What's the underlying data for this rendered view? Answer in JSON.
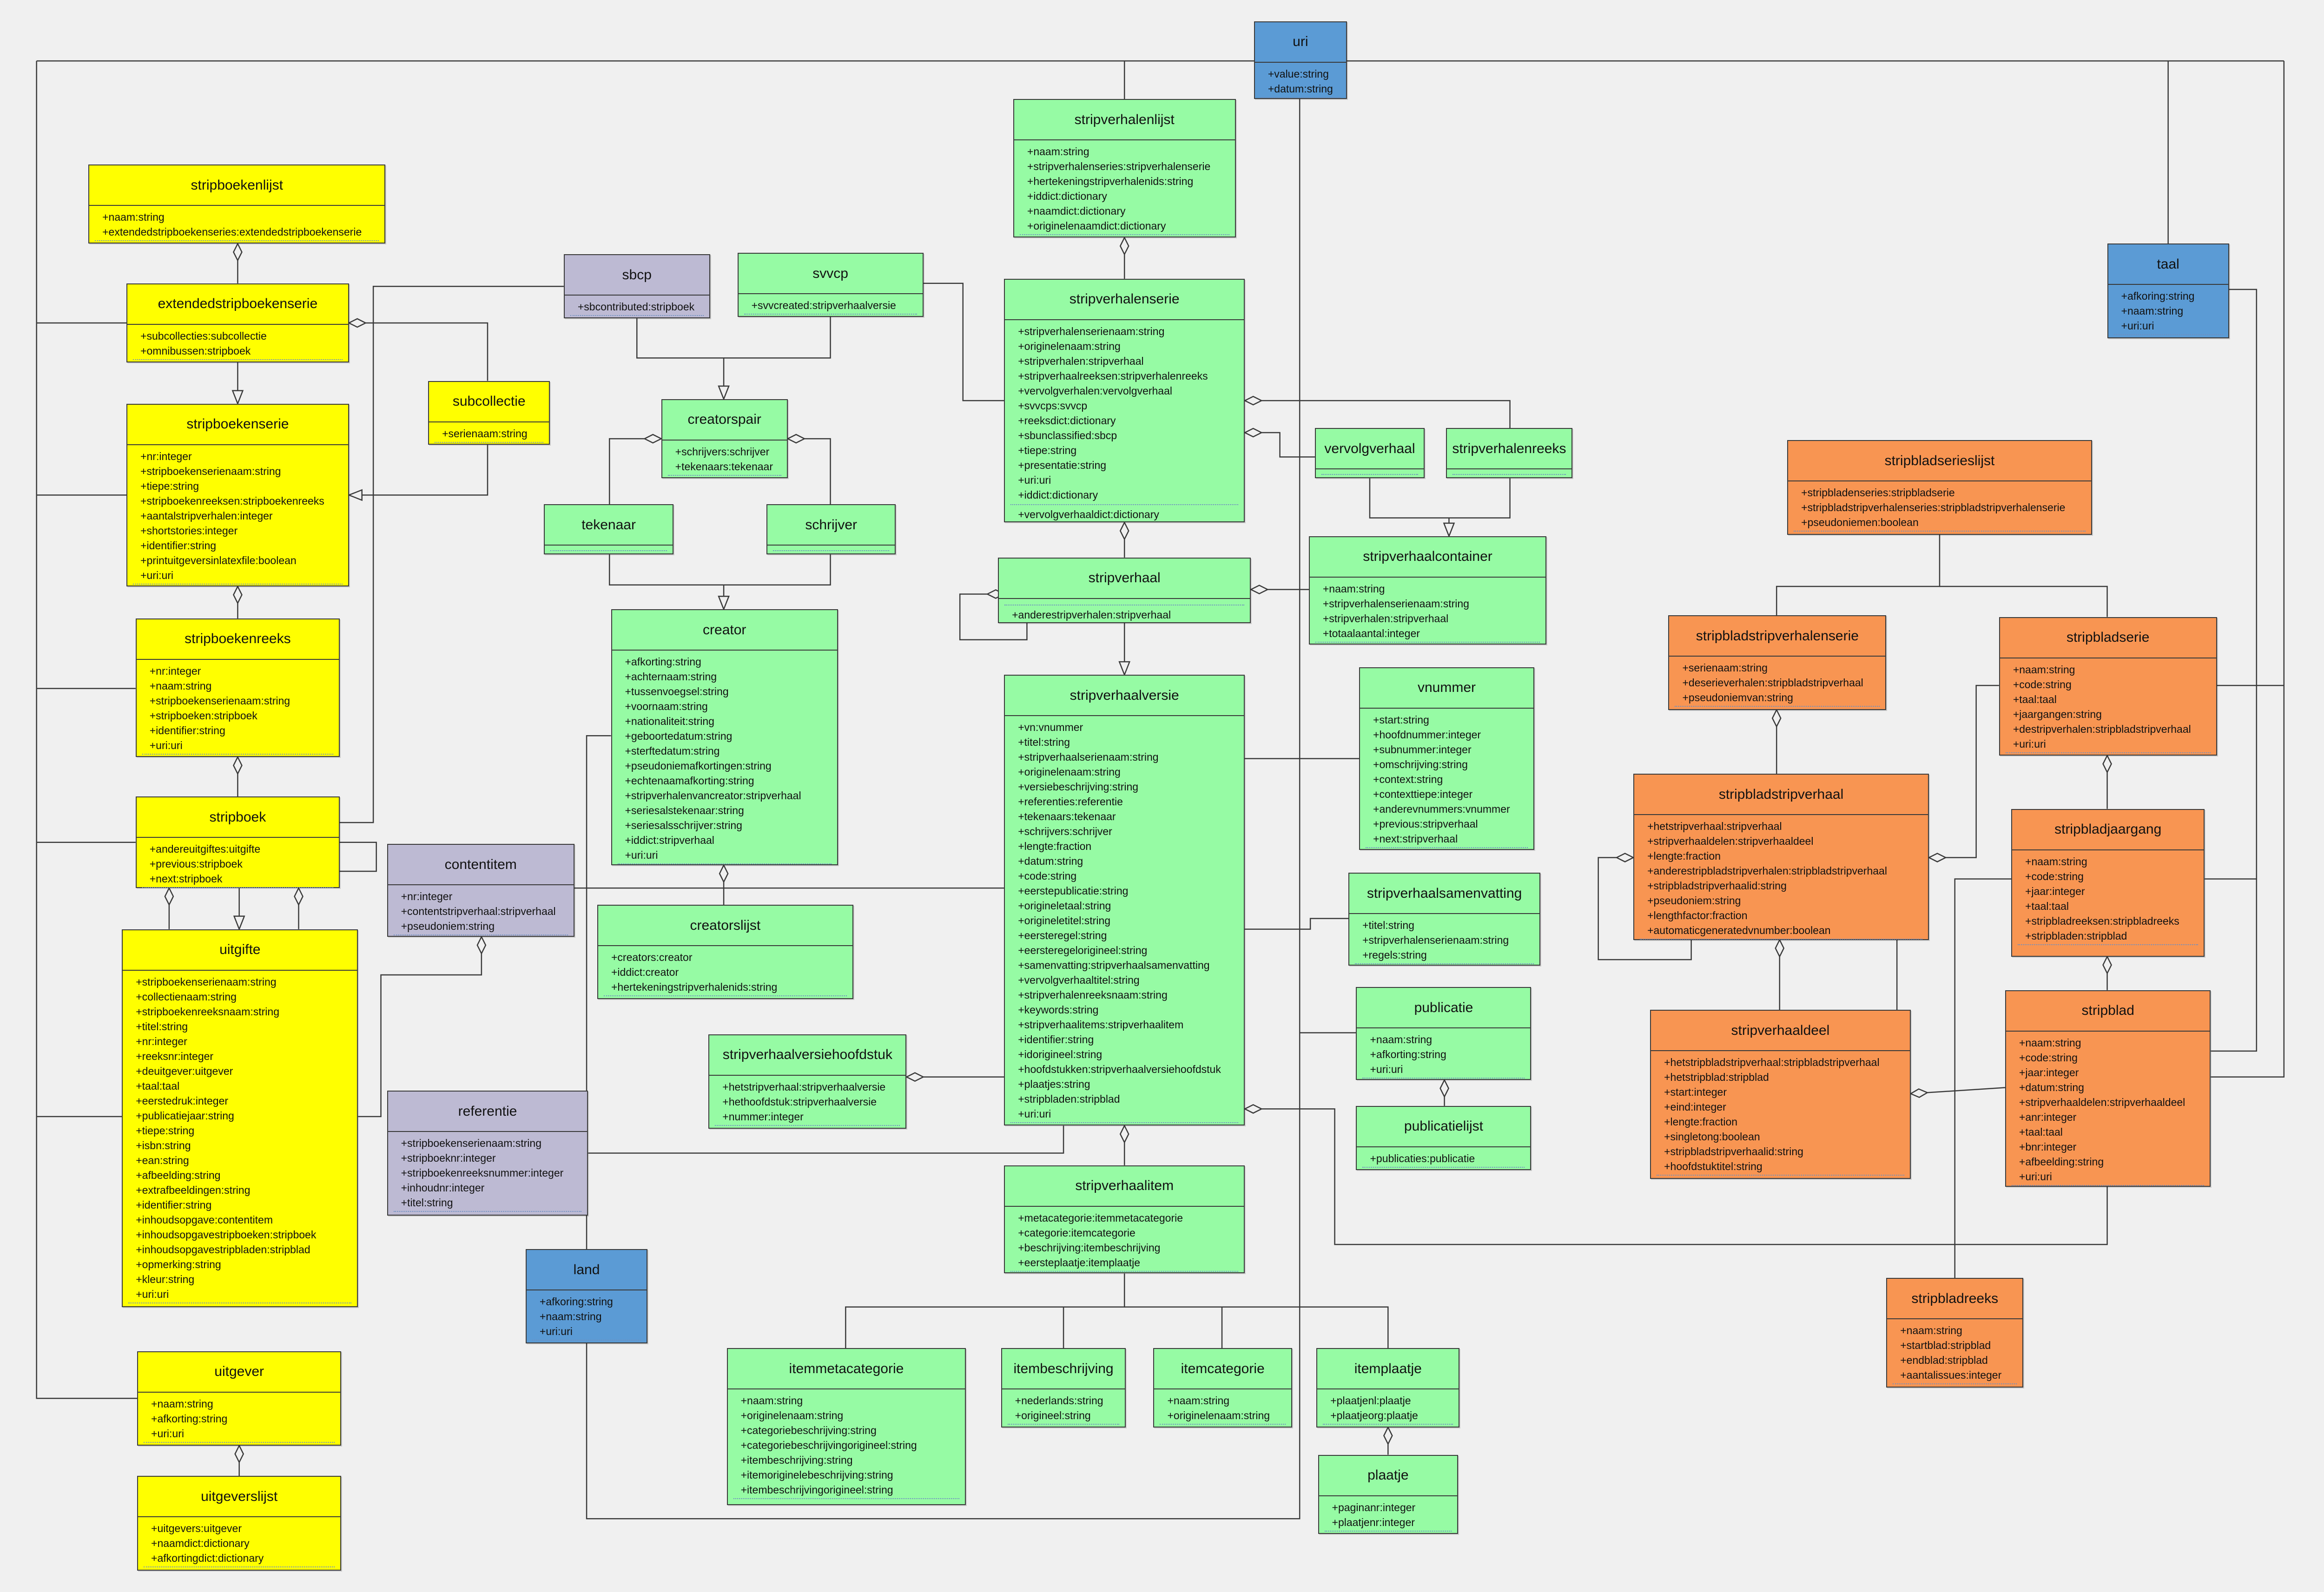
{
  "colors": {
    "yellow": "#ffff00",
    "green": "#96fba4",
    "purple": "#bdbad3",
    "blue": "#5b9bd5",
    "orange": "#f89552",
    "line": "#3a3a3a"
  },
  "classes": [
    {
      "id": "uri",
      "name": "uri",
      "color": "blue",
      "attrs": [
        "+value:string",
        "+datum:string"
      ]
    },
    {
      "id": "stripverhalenlijst",
      "name": "stripverhalenlijst",
      "color": "green",
      "attrs": [
        "+naam:string",
        "+stripverhalenseries:stripverhalenserie",
        "+hertekeningstripverhalenids:string",
        "+iddict:dictionary",
        "+naamdict:dictionary",
        "+originelenaamdict:dictionary"
      ]
    },
    {
      "id": "stripboekenlijst",
      "name": "stripboekenlijst",
      "color": "yellow",
      "attrs": [
        "+naam:string",
        "+extendedstripboekenseries:extendedstripboekenserie"
      ]
    },
    {
      "id": "sbcp",
      "name": "sbcp",
      "color": "purple",
      "attrs": [
        "+sbcontributed:stripboek"
      ]
    },
    {
      "id": "svvcp",
      "name": "svvcp",
      "color": "green",
      "attrs": [
        "+svvcreated:stripverhaalversie"
      ]
    },
    {
      "id": "extendedstripboekenserie",
      "name": "extendedstripboekenserie",
      "color": "yellow",
      "attrs": [
        "+subcollecties:subcollectie",
        "+omnibussen:stripboek"
      ]
    },
    {
      "id": "taal",
      "name": "taal",
      "color": "blue",
      "attrs": [
        "+afkoring:string",
        "+naam:string",
        "+uri:uri"
      ]
    },
    {
      "id": "stripverhalenserie",
      "name": "stripverhalenserie",
      "color": "green",
      "attrs": [
        "+stripverhalenserienaam:string",
        "+originelenaam:string",
        "+stripverhalen:stripverhaal",
        "+stripverhaalreeksen:stripverhalenreeks",
        "+vervolgverhalen:vervolgverhaal",
        "+svvcps:svvcp",
        "+reeksdict:dictionary",
        "+sbunclassified:sbcp",
        "+tiepe:string",
        "+presentatie:string",
        "+uri:uri",
        "+iddict:dictionary"
      ],
      "ops": [
        "+vervolgverhaaldict:dictionary"
      ]
    },
    {
      "id": "subcollectie",
      "name": "subcollectie",
      "color": "yellow",
      "attrs": [
        "+serienaam:string"
      ]
    },
    {
      "id": "creatorspair",
      "name": "creatorspair",
      "color": "green",
      "attrs": [
        "+schrijvers:schrijver",
        "+tekenaars:tekenaar"
      ]
    },
    {
      "id": "stripboekenserie",
      "name": "stripboekenserie",
      "color": "yellow",
      "attrs": [
        "+nr:integer",
        "+stripboekenserienaam:string",
        "+tiepe:string",
        "+stripboekenreeksen:stripboekenreeks",
        "+aantalstripverhalen:integer",
        "+shortstories:integer",
        "+identifier:string",
        "+printuitgeversinlatexfile:boolean",
        "+uri:uri"
      ]
    },
    {
      "id": "vervolgverhaal",
      "name": "vervolgverhaal",
      "color": "green",
      "attrs": []
    },
    {
      "id": "stripverhalenreeks",
      "name": "stripverhalenreeks",
      "color": "green",
      "attrs": []
    },
    {
      "id": "stripbladserieslijst",
      "name": "stripbladserieslijst",
      "color": "orange",
      "attrs": [
        "+stripbladenseries:stripbladserie",
        "+stripbladstripverhalenseries:stripbladstripverhalenserie",
        "+pseudoniemen:boolean"
      ]
    },
    {
      "id": "tekenaar",
      "name": "tekenaar",
      "color": "green",
      "attrs": []
    },
    {
      "id": "schrijver",
      "name": "schrijver",
      "color": "green",
      "attrs": []
    },
    {
      "id": "stripverhaalcontainer",
      "name": "stripverhaalcontainer",
      "color": "green",
      "attrs": [
        "+naam:string",
        "+stripverhalenserienaam:string",
        "+stripverhalen:stripverhaal",
        "+totaalaantal:integer"
      ]
    },
    {
      "id": "stripverhaal",
      "name": "stripverhaal",
      "color": "green",
      "attrs": [],
      "ops": [
        "+anderestripverhalen:stripverhaal"
      ]
    },
    {
      "id": "creator",
      "name": "creator",
      "color": "green",
      "attrs": [
        "+afkorting:string",
        "+achternaam:string",
        "+tussenvoegsel:string",
        "+voornaam:string",
        "+nationaliteit:string",
        "+geboortedatum:string",
        "+sterftedatum:string",
        "+pseudoniemafkortingen:string",
        "+echtenaamafkorting:string",
        "+stripverhalenvancreator:stripverhaal",
        "+seriesalstekenaar:string",
        "+seriesalsschrijver:string",
        "+iddict:stripverhaal",
        "+uri:uri"
      ]
    },
    {
      "id": "stripboekenreeks",
      "name": "stripboekenreeks",
      "color": "yellow",
      "attrs": [
        "+nr:integer",
        "+naam:string",
        "+stripboekenserienaam:string",
        "+stripboeken:stripboek",
        "+identifier:string",
        "+uri:uri"
      ]
    },
    {
      "id": "stripbladstripverhalenserie",
      "name": "stripbladstripverhalenserie",
      "color": "orange",
      "attrs": [
        "+serienaam:string",
        "+deserieverhalen:stripbladstripverhaal",
        "+pseudoniemvan:string"
      ]
    },
    {
      "id": "stripbladserie",
      "name": "stripbladserie",
      "color": "orange",
      "attrs": [
        "+naam:string",
        "+code:string",
        "+taal:taal",
        "+jaargangen:string",
        "+destripverhalen:stripbladstripverhaal",
        "+uri:uri"
      ]
    },
    {
      "id": "vnummer",
      "name": "vnummer",
      "color": "green",
      "attrs": [
        "+start:string",
        "+hoofdnummer:integer",
        "+subnummer:integer",
        "+omschrijving:string",
        "+context:string",
        "+contexttiepe:integer",
        "+anderevnummers:vnummer",
        "+previous:stripverhaal",
        "+next:stripverhaal"
      ]
    },
    {
      "id": "stripverhaalversie",
      "name": "stripverhaalversie",
      "color": "green",
      "attrs": [
        "+vn:vnummer",
        "+titel:string",
        "+stripverhaalserienaam:string",
        "+originelenaam:string",
        "+versiebeschrijving:string",
        "+referenties:referentie",
        "+tekenaars:tekenaar",
        "+schrijvers:schrijver",
        "+lengte:fraction",
        "+datum:string",
        "+code:string",
        "+eerstepublicatie:string",
        "+origineletaal:string",
        "+origineletitel:string",
        "+eersteregel:string",
        "+eersteregelorigineel:string",
        "+samenvatting:stripverhaalsamenvatting",
        "+vervolgverhaaltitel:string",
        "+stripverhalenreeksnaam:string",
        "+keywords:string",
        "+stripverhaalitems:stripverhaalitem",
        "+identifier:string",
        "+idorigineel:string",
        "+hoofdstukken:stripverhaalversiehoofdstuk",
        "+plaatjes:string",
        "+stripbladen:stripblad",
        "+uri:uri"
      ]
    },
    {
      "id": "stripbladstripverhaal",
      "name": "stripbladstripverhaal",
      "color": "orange",
      "attrs": [
        "+hetstripverhaal:stripverhaal",
        "+stripverhaaldelen:stripverhaaldeel",
        "+lengte:fraction",
        "+anderestripbladstripverhalen:stripbladstripverhaal",
        "+stripbladstripverhaalid:string",
        "+pseudoniem:string",
        "+lengthfactor:fraction",
        "+automaticgeneratedvnumber:boolean"
      ]
    },
    {
      "id": "stripboek",
      "name": "stripboek",
      "color": "yellow",
      "attrs": [
        "+andereuitgiftes:uitgifte",
        "+previous:stripboek",
        "+next:stripboek"
      ]
    },
    {
      "id": "stripbladjaargang",
      "name": "stripbladjaargang",
      "color": "orange",
      "attrs": [
        "+naam:string",
        "+code:string",
        "+jaar:integer",
        "+taal:taal",
        "+stripbladreeksen:stripbladreeks",
        "+stripbladen:stripblad"
      ]
    },
    {
      "id": "contentitem",
      "name": "contentitem",
      "color": "purple",
      "attrs": [
        "+nr:integer",
        "+contentstripverhaal:stripverhaal",
        "+pseudoniem:string"
      ]
    },
    {
      "id": "stripverhaalsamenvatting",
      "name": "stripverhaalsamenvatting",
      "color": "green",
      "attrs": [
        "+titel:string",
        "+stripverhalenserienaam:string",
        "+regels:string"
      ]
    },
    {
      "id": "creatorslijst",
      "name": "creatorslijst",
      "color": "green",
      "attrs": [
        "+creators:creator",
        "+iddict:creator",
        "+hertekeningstripverhalenids:string"
      ]
    },
    {
      "id": "uitgifte",
      "name": "uitgifte",
      "color": "yellow",
      "attrs": [
        "+stripboekenserienaam:string",
        "+collectienaam:string",
        "+stripboekenreeksnaam:string",
        "+titel:string",
        "+nr:integer",
        "+reeksnr:integer",
        "+deuitgever:uitgever",
        "+taal:taal",
        "+eerstedruk:integer",
        "+publicatiejaar:string",
        "+tiepe:string",
        "+isbn:string",
        "+ean:string",
        "+afbeelding:string",
        "+extrafbeeldingen:string",
        "+identifier:string",
        "+inhoudsopgave:contentitem",
        "+inhoudsopgavestripboeken:stripboek",
        "+inhoudsopgavestripbladen:stripblad",
        "+opmerking:string",
        "+kleur:string",
        "+uri:uri"
      ]
    },
    {
      "id": "publicatie",
      "name": "publicatie",
      "color": "green",
      "attrs": [
        "+naam:string",
        "+afkorting:string",
        "+uri:uri"
      ]
    },
    {
      "id": "stripblad",
      "name": "stripblad",
      "color": "orange",
      "attrs": [
        "+naam:string",
        "+code:string",
        "+jaar:integer",
        "+datum:string",
        "+stripverhaaldelen:stripverhaaldeel",
        "+anr:integer",
        "+taal:taal",
        "+bnr:integer",
        "+afbeelding:string",
        "+uri:uri"
      ]
    },
    {
      "id": "stripverhaaldeel",
      "name": "stripverhaaldeel",
      "color": "orange",
      "attrs": [
        "+hetstripbladstripverhaal:stripbladstripverhaal",
        "+hetstripblad:stripblad",
        "+start:integer",
        "+eind:integer",
        "+lengte:fraction",
        "+singletong:boolean",
        "+stripbladstripverhaalid:string",
        "+hoofdstuktitel:string"
      ]
    },
    {
      "id": "stripverhaalversiehoofdstuk",
      "name": "stripverhaalversiehoofdstuk",
      "color": "green",
      "attrs": [
        "+hetstripverhaal:stripverhaalversie",
        "+hethoofdstuk:stripverhaalversie",
        "+nummer:integer"
      ]
    },
    {
      "id": "referentie",
      "name": "referentie",
      "color": "purple",
      "attrs": [
        "+stripboekenserienaam:string",
        "+stripboeknr:integer",
        "+stripboekenreeksnummer:integer",
        "+inhoudnr:integer",
        "+titel:string"
      ]
    },
    {
      "id": "publicatielijst",
      "name": "publicatielijst",
      "color": "green",
      "attrs": [
        "+publicaties:publicatie"
      ]
    },
    {
      "id": "stripverhaalitem",
      "name": "stripverhaalitem",
      "color": "green",
      "attrs": [
        "+metacategorie:itemmetacategorie",
        "+categorie:itemcategorie",
        "+beschrijving:itembeschrijving",
        "+eersteplaatje:itemplaatje"
      ]
    },
    {
      "id": "land",
      "name": "land",
      "color": "blue",
      "attrs": [
        "+afkoring:string",
        "+naam:string",
        "+uri:uri"
      ]
    },
    {
      "id": "stripbladreeks",
      "name": "stripbladreeks",
      "color": "orange",
      "attrs": [
        "+naam:string",
        "+startblad:stripblad",
        "+endblad:stripblad",
        "+aantalissues:integer"
      ]
    },
    {
      "id": "itemmetacategorie",
      "name": "itemmetacategorie",
      "color": "green",
      "attrs": [
        "+naam:string",
        "+originelenaam:string",
        "+categoriebeschrijving:string",
        "+categoriebeschrijvingorigineel:string",
        "+itembeschrijving:string",
        "+itemoriginelebeschrijving:string",
        "+itembeschrijvingorigineel:string"
      ]
    },
    {
      "id": "itembeschrijving",
      "name": "itembeschrijving",
      "color": "green",
      "attrs": [
        "+nederlands:string",
        "+origineel:string"
      ]
    },
    {
      "id": "itemcategorie",
      "name": "itemcategorie",
      "color": "green",
      "attrs": [
        "+naam:string",
        "+originelenaam:string"
      ]
    },
    {
      "id": "itemplaatje",
      "name": "itemplaatje",
      "color": "green",
      "attrs": [
        "+plaatjenl:plaatje",
        "+plaatjeorg:plaatje"
      ]
    },
    {
      "id": "uitgever",
      "name": "uitgever",
      "color": "yellow",
      "attrs": [
        "+naam:string",
        "+afkorting:string",
        "+uri:uri"
      ]
    },
    {
      "id": "plaatje",
      "name": "plaatje",
      "color": "green",
      "attrs": [
        "+paginanr:integer",
        "+plaatjenr:integer"
      ]
    },
    {
      "id": "uitgeverslijst",
      "name": "uitgeverslijst",
      "color": "yellow",
      "attrs": [
        "+uitgevers:uitgever",
        "+naamdict:dictionary",
        "+afkortingdict:dictionary"
      ]
    }
  ]
}
